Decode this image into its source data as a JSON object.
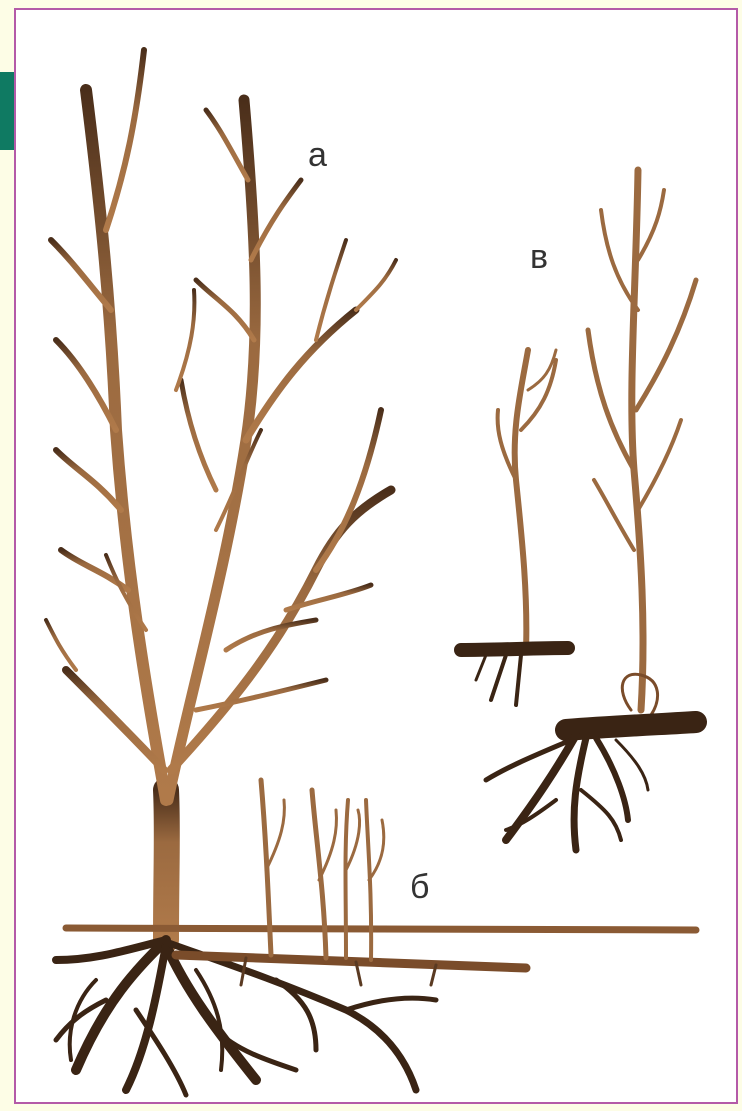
{
  "labels": {
    "a": "а",
    "b": "б",
    "v": "в"
  },
  "colors": {
    "accent_tab": "#0f7a62",
    "frame_border": "#b45aa8",
    "frame_fill": "#ffffff",
    "page_bg": "#fdfde6",
    "branch": "#9b6a40",
    "branch_dark": "#5a3a22",
    "root": "#3a2414",
    "label": "#333333"
  },
  "icons": {
    "mature_tree": "mature-tree-illustration",
    "root_suckers": "root-sucker-shoots-illustration",
    "cuttings": "root-cutting-seedlings-illustration"
  }
}
